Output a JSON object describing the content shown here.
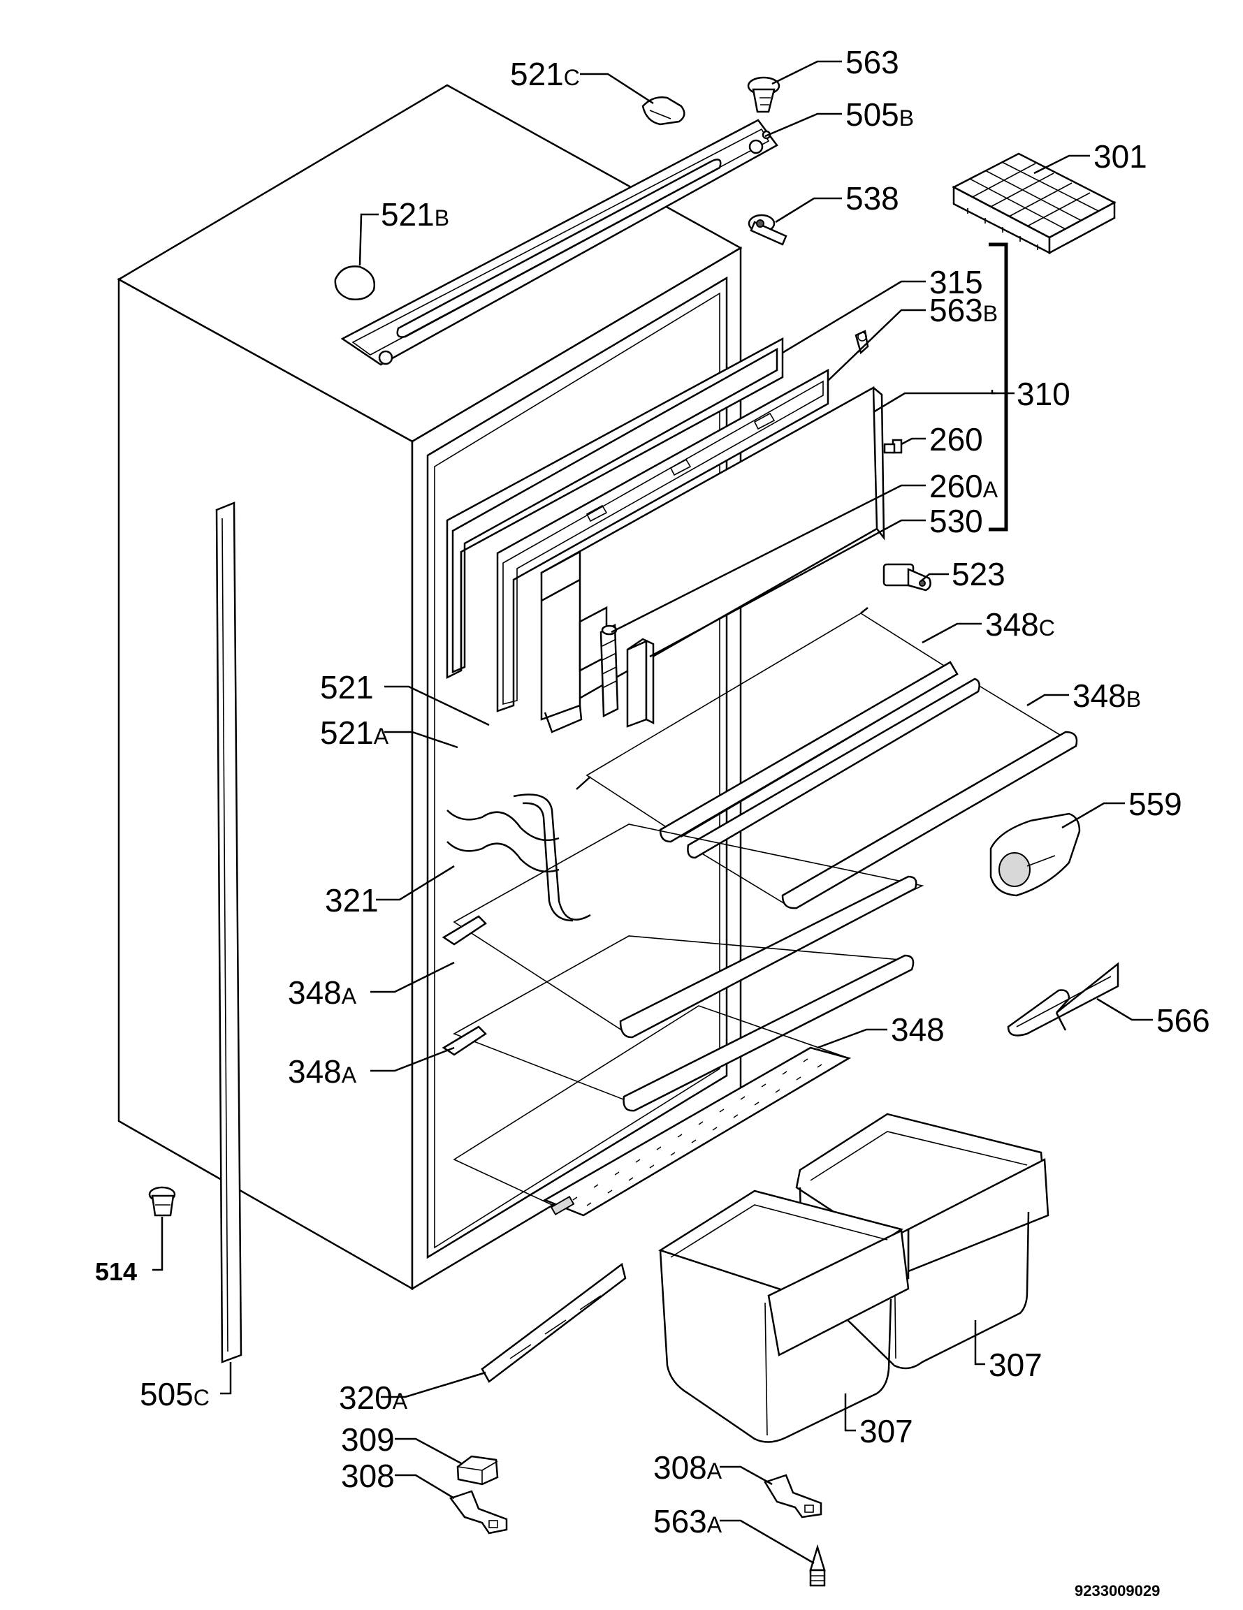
{
  "diagram": {
    "document_number": "9233009029",
    "callouts": [
      {
        "id": "c-521c",
        "num": "521",
        "suffix": "C"
      },
      {
        "id": "c-563",
        "num": "563",
        "suffix": ""
      },
      {
        "id": "c-505b",
        "num": "505",
        "suffix": "B"
      },
      {
        "id": "c-301",
        "num": "301",
        "suffix": ""
      },
      {
        "id": "c-538",
        "num": "538",
        "suffix": ""
      },
      {
        "id": "c-521b",
        "num": "521",
        "suffix": "B"
      },
      {
        "id": "c-315",
        "num": "315",
        "suffix": ""
      },
      {
        "id": "c-563b",
        "num": "563",
        "suffix": "B"
      },
      {
        "id": "c-310",
        "num": "310",
        "suffix": ""
      },
      {
        "id": "c-260",
        "num": "260",
        "suffix": ""
      },
      {
        "id": "c-260a",
        "num": "260",
        "suffix": "A"
      },
      {
        "id": "c-530",
        "num": "530",
        "suffix": ""
      },
      {
        "id": "c-523",
        "num": "523",
        "suffix": ""
      },
      {
        "id": "c-348c",
        "num": "348",
        "suffix": "C"
      },
      {
        "id": "c-521",
        "num": "521",
        "suffix": ""
      },
      {
        "id": "c-348b",
        "num": "348",
        "suffix": "B"
      },
      {
        "id": "c-521a",
        "num": "521",
        "suffix": "A"
      },
      {
        "id": "c-559",
        "num": "559",
        "suffix": ""
      },
      {
        "id": "c-321",
        "num": "321",
        "suffix": ""
      },
      {
        "id": "c-348a-1",
        "num": "348",
        "suffix": "A"
      },
      {
        "id": "c-566",
        "num": "566",
        "suffix": ""
      },
      {
        "id": "c-348",
        "num": "348",
        "suffix": ""
      },
      {
        "id": "c-348a-2",
        "num": "348",
        "suffix": "A"
      },
      {
        "id": "c-514",
        "num": "514",
        "suffix": ""
      },
      {
        "id": "c-307-right",
        "num": "307",
        "suffix": ""
      },
      {
        "id": "c-505c",
        "num": "505",
        "suffix": "C"
      },
      {
        "id": "c-320a",
        "num": "320",
        "suffix": "A"
      },
      {
        "id": "c-307-left",
        "num": "307",
        "suffix": ""
      },
      {
        "id": "c-309",
        "num": "309",
        "suffix": ""
      },
      {
        "id": "c-308",
        "num": "308",
        "suffix": ""
      },
      {
        "id": "c-308a",
        "num": "308",
        "suffix": "A"
      },
      {
        "id": "c-563a",
        "num": "563",
        "suffix": "A"
      }
    ]
  }
}
